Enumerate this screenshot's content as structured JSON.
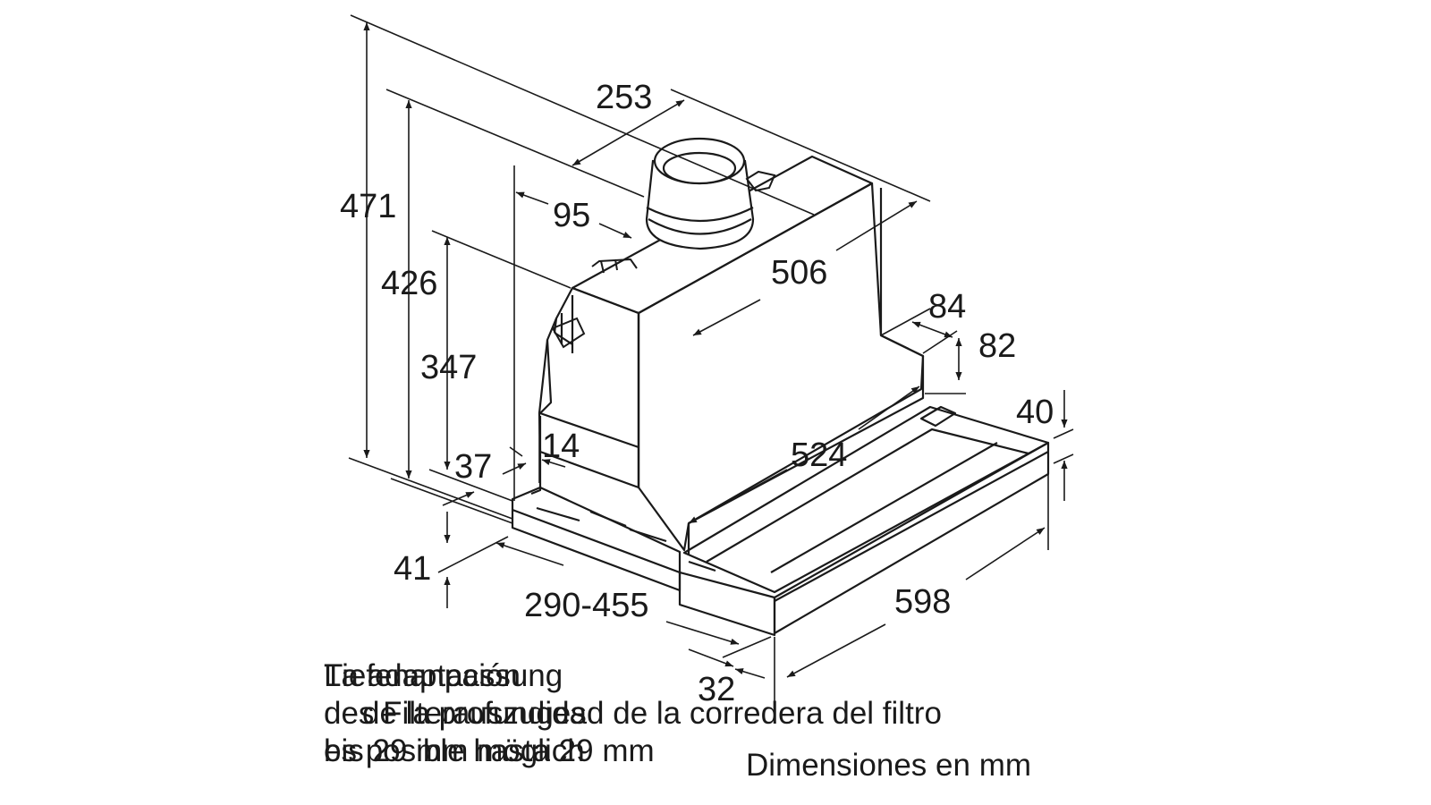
{
  "dimensions": {
    "d471": "471",
    "d426": "426",
    "d347": "347",
    "d253": "253",
    "d95": "95",
    "d506": "506",
    "d84": "84",
    "d82": "82",
    "d40": "40",
    "d524": "524",
    "d14": "14",
    "d37": "37",
    "d41": "41",
    "d290_455": "290-455",
    "d598": "598",
    "d32": "32"
  },
  "notes": {
    "de_line1": "Tiefenanpassung",
    "de_line2": "des Filterauszuges",
    "de_line3": "bis 29 mm möglich",
    "es_line1": "La adaptación",
    "es_line2": "de la profundidad de la corredera del filtro",
    "es_line3": "es posible hasta 29 mm",
    "units": "Dimensiones en mm"
  }
}
